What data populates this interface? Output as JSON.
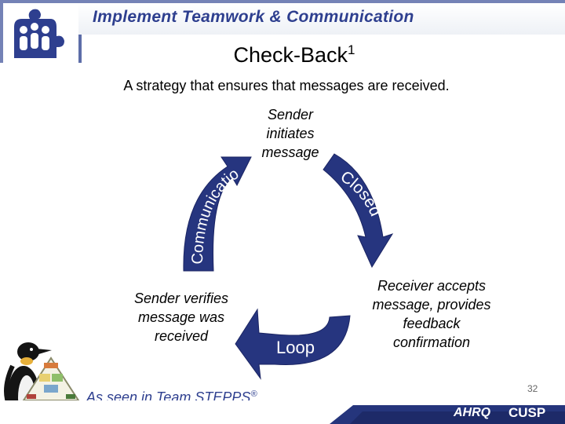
{
  "header": {
    "banner_title": "Implement Teamwork & Communication"
  },
  "slide": {
    "title": "Check-Back",
    "title_superscript": "1",
    "subtitle": "A strategy that ensures that messages are received."
  },
  "cycle": {
    "arrow_labels": {
      "left": "Communication",
      "right": "Closed",
      "bottom": "Loop"
    },
    "nodes": {
      "top": [
        "Sender",
        "initiates",
        "message"
      ],
      "right": [
        "Receiver accepts",
        "message, provides",
        "feedback",
        "confirmation"
      ],
      "left": [
        "Sender verifies",
        "message was",
        "received"
      ]
    }
  },
  "footer": {
    "note": "As seen in Team.STEPPS",
    "note_mark": "®",
    "page_number": "32",
    "logos": {
      "ahrq": "AHRQ",
      "cusp": "CUSP"
    }
  },
  "colors": {
    "arrow_fill": "#26357f",
    "banner_text": "#2e3f8f",
    "puzzle_blue": "#2e3f8f",
    "bottom_bar": "#25357c"
  },
  "icons": [
    "puzzle-people-icon",
    "penguin-icon",
    "teamstepps-triangle-icon"
  ]
}
